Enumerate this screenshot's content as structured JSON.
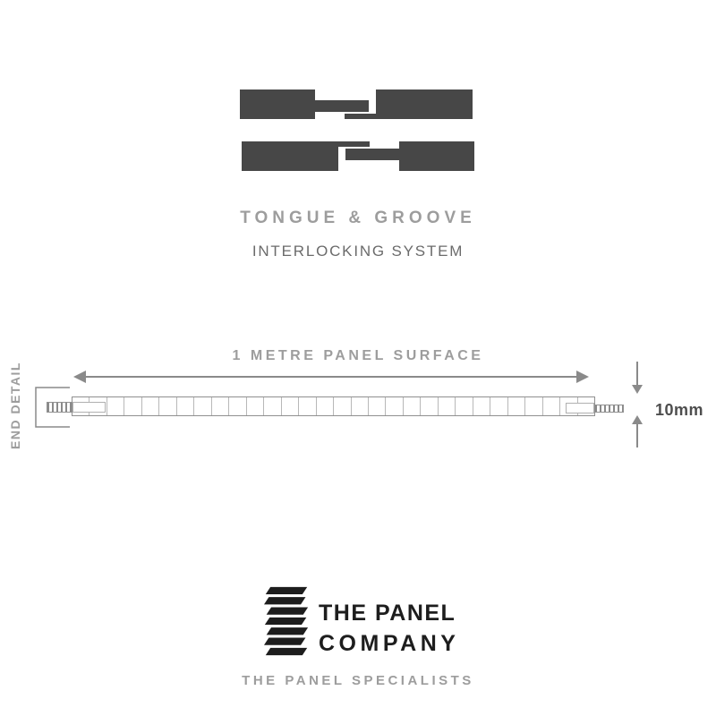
{
  "header": {
    "title": "TONGUE & GROOVE",
    "subtitle": "INTERLOCKING SYSTEM"
  },
  "diagram": {
    "surface_label": "1 METRE PANEL SURFACE",
    "end_detail_label": "END DETAIL",
    "thickness_label": "10mm",
    "segments": 30
  },
  "brand": {
    "name_line1": "THE PANEL",
    "name_line2": "COMPANY",
    "tagline": "THE PANEL SPECIALISTS"
  },
  "colors": {
    "shape_dark": "#474747",
    "text_gray": "#9d9d9d",
    "text_mid": "#6b6b6b",
    "text_dark": "#4e4e4e",
    "brand_black": "#1d1d1d",
    "line_gray": "#8a8a8a",
    "panel_border": "#909090",
    "segment_line": "#b8b8b8"
  }
}
